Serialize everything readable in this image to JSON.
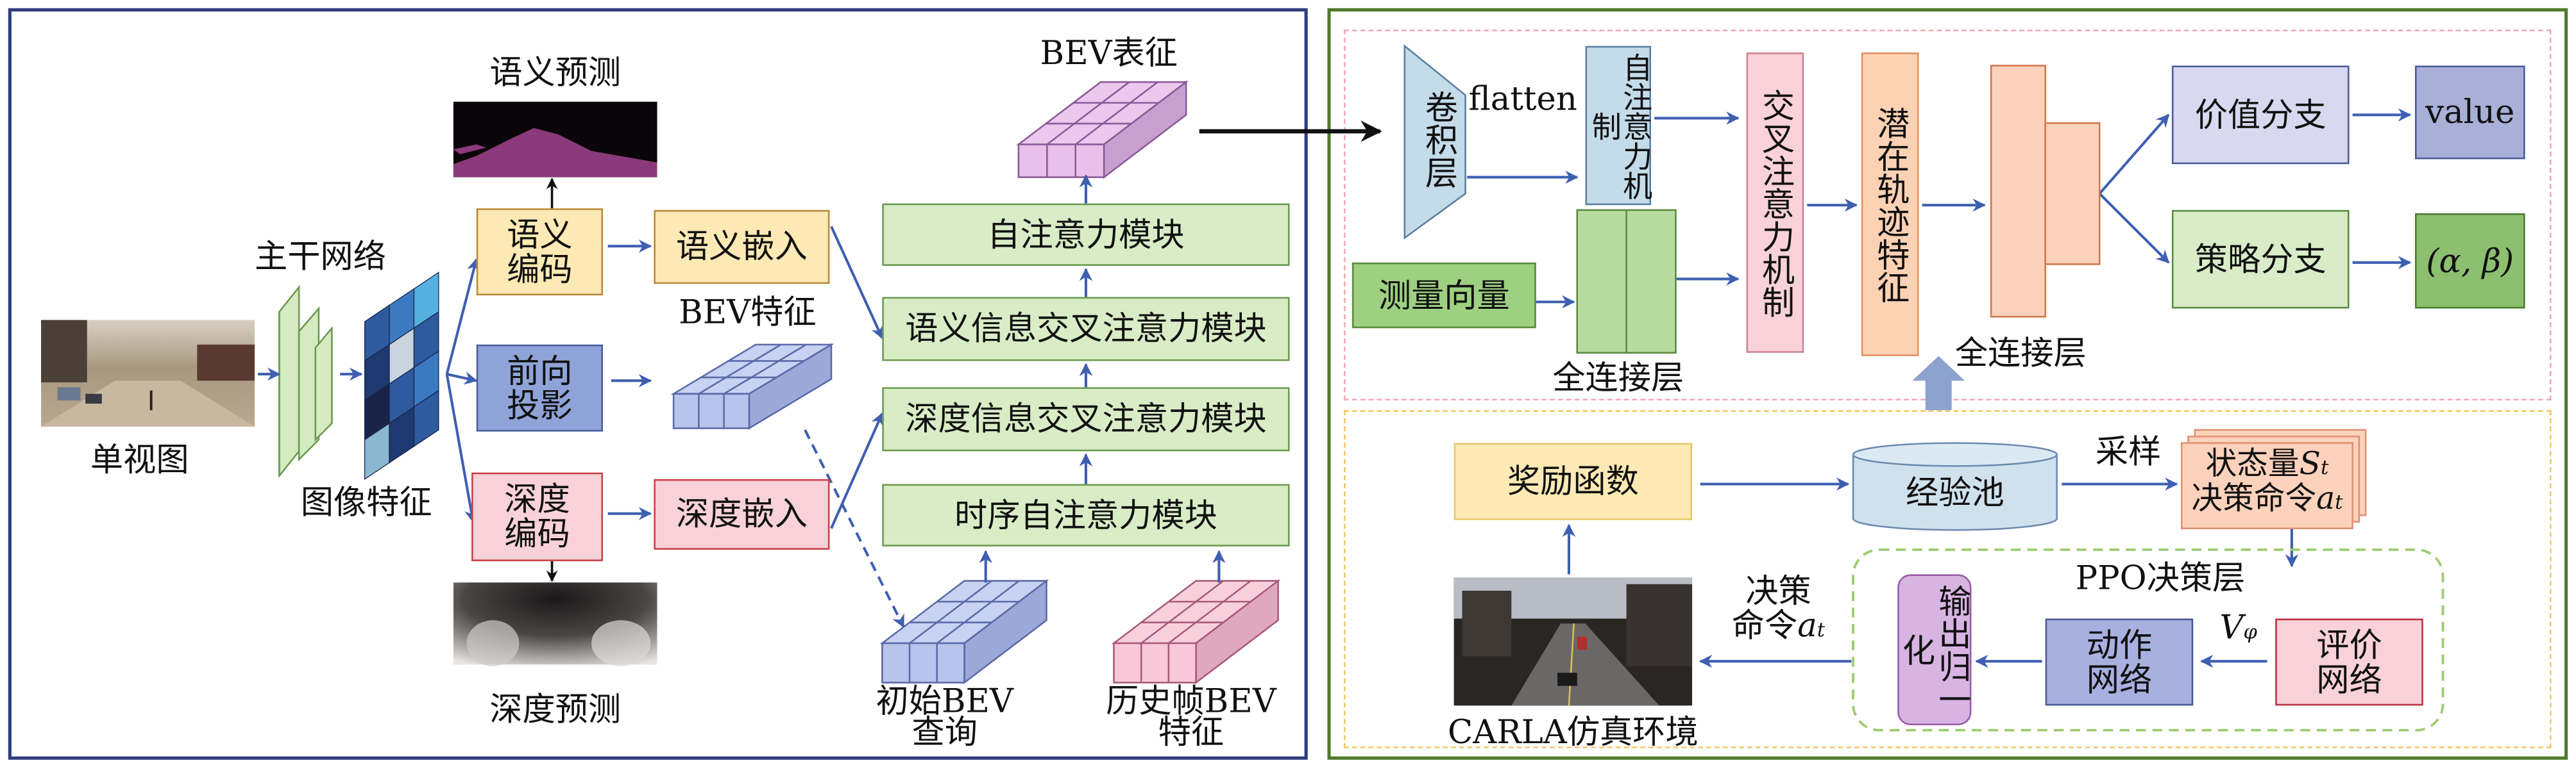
{
  "colors": {
    "arrow": "#3f5fb0",
    "left_border": "#2f3c7e",
    "right_border": "#4f7a2c",
    "green_module": "#d8ecc6",
    "yellow": "#fde9b4",
    "pink": "#f8d2d8",
    "blue": "#8fa3d8"
  },
  "left": {
    "semantic_prediction": "语义预测",
    "backbone": "主干网络",
    "single_view": "单视图",
    "image_features": "图像特征",
    "semantic_encoding": "语义编码",
    "forward_projection": "前向投影",
    "depth_encoding": "深度编码",
    "depth_prediction": "深度预测",
    "semantic_embedding": "语义嵌入",
    "depth_embedding": "深度嵌入",
    "bev_features": "BEV特征",
    "bev_representation": "BEV表征",
    "modules": [
      "自注意力模块",
      "语义信息交叉注意力模块",
      "深度信息交叉注意力模块",
      "时序自注意力模块"
    ],
    "initial_bev_query": [
      "初始BEV",
      "查询"
    ],
    "history_bev_features": [
      "历史帧BEV",
      "特征"
    ]
  },
  "right": {
    "conv_layer": "卷积层",
    "flatten": "flatten",
    "self_attention": "自注意力机制",
    "cross_attention": "交叉注意力机制",
    "latent_trajectory": "潜在轨迹特征",
    "measurement_vector": "测量向量",
    "fc_layer_1": "全连接层",
    "fc_layer_2": "全连接层",
    "value_branch": "价值分支",
    "policy_branch": "策略分支",
    "value_out": "value",
    "policy_out": "(α, β)",
    "reward_function": "奖励函数",
    "experience_pool": "经验池",
    "sampling": "采样",
    "state_text": "状态量",
    "state_symbol": "S",
    "state_sub": "t",
    "command_text": "决策命令",
    "command_symbol": "a",
    "command_sub": "t",
    "ppo_layer": "PPO决策层",
    "output_normalize": "输出归一化",
    "action_network": "动作网络",
    "critic_network": "评价网络",
    "v_symbol": "V",
    "v_sub": "φ",
    "decision_cmd_line1": "决策",
    "decision_cmd_line2": "命令",
    "decision_cmd_symbol": "a",
    "decision_cmd_sub": "t",
    "carla_env": "CARLA仿真环境"
  }
}
